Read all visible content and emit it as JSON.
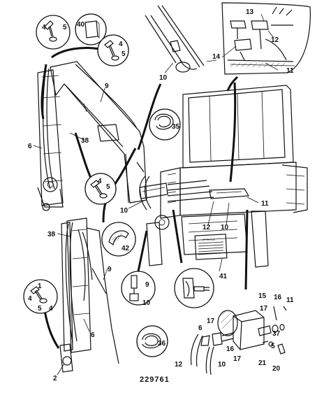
{
  "figure_number": "229761",
  "sign_text": "ATTENTION",
  "callouts": {
    "c40": "40",
    "c4a": "4",
    "c5a": "5",
    "c4b": "4",
    "c5b": "5",
    "c9a": "9",
    "c10a": "10",
    "c35": "35",
    "c13": "13",
    "c12a": "12",
    "c14": "14",
    "c11a": "11",
    "c6a": "6",
    "c38a": "38",
    "c4c": "4",
    "c5c": "5",
    "c10b": "10",
    "c12b": "12",
    "c10c": "10",
    "c11b": "11",
    "c38b": "38",
    "c42": "42",
    "c9b": "9",
    "c41": "41",
    "c1": "1",
    "c4d": "4",
    "c5d": "5",
    "c9c": "9",
    "c10d": "10",
    "c6b": "6",
    "c2": "2",
    "c36": "36",
    "c15": "15",
    "c16a": "16",
    "c11c": "11",
    "c17a": "17",
    "c6c": "6",
    "c17b": "17",
    "c37": "37",
    "c5e": "5",
    "c12c": "12",
    "c10e": "10",
    "c16b": "16",
    "c17c": "17",
    "c21": "21",
    "c20": "20"
  }
}
